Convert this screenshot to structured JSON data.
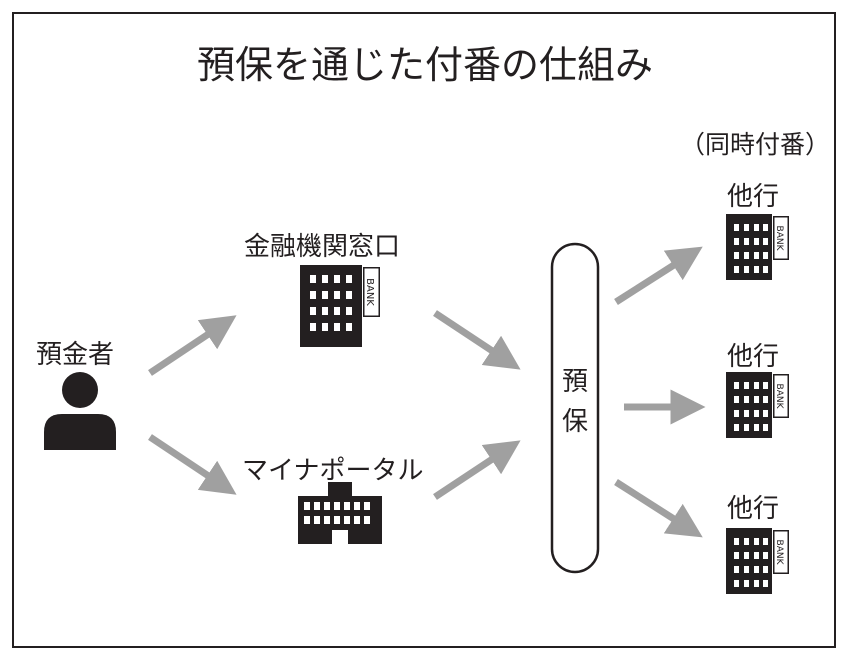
{
  "title": "預保を通じた付番の仕組み",
  "depositor_label": "預金者",
  "bank_counter_label": "金融機関窓口",
  "mynaportal_label": "マイナポータル",
  "yoho_label": "預\n保",
  "simultaneous_label": "（同時付番）",
  "other_banks": [
    "他行",
    "他行",
    "他行"
  ],
  "bank_sign": "BANK",
  "colors": {
    "ink": "#231f20",
    "arrow": "#a0a0a0"
  },
  "icons": [
    "person-icon",
    "bank-building-icon",
    "government-building-icon",
    "arrow-icon"
  ]
}
